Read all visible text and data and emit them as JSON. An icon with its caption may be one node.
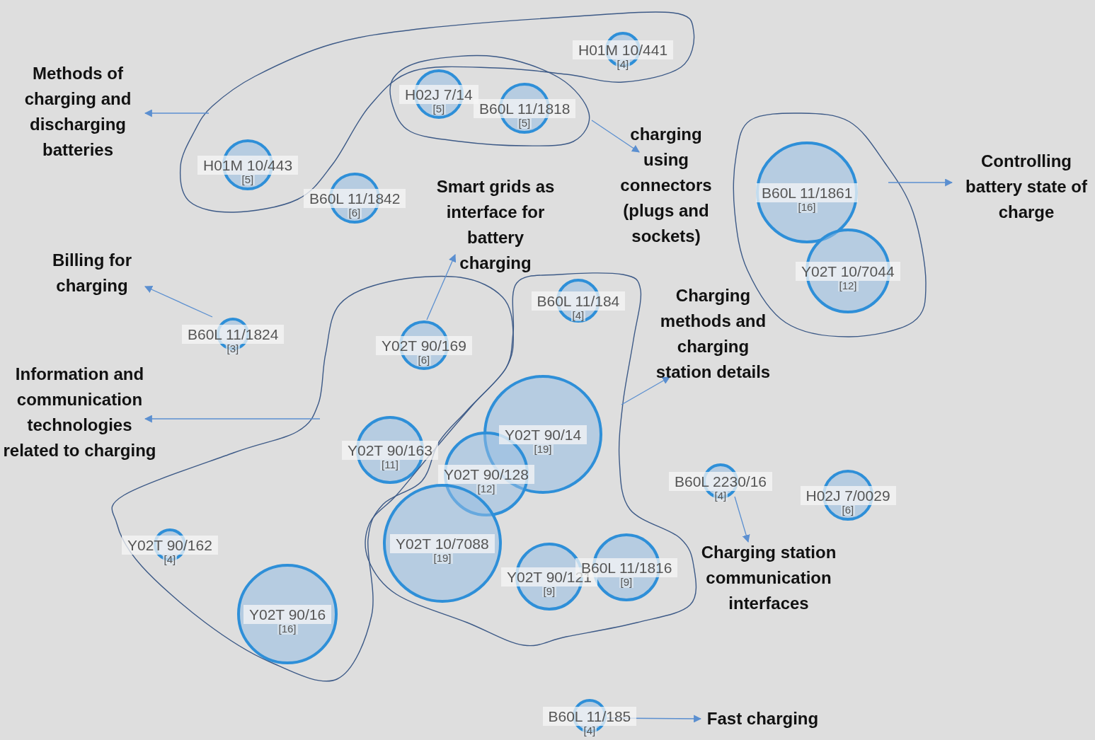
{
  "diagram": {
    "nodes": [
      {
        "text": [],
        "shape": "cloud"
      },
      {
        "text": [
          "H01M 10/441",
          "[4]"
        ],
        "in": 0
      },
      {
        "text": [],
        "shape": "cloud",
        "in": 0
      },
      {
        "text": [
          "H02J 7/14",
          "[5]"
        ],
        "in": 2
      },
      {
        "text": [
          "B60L 11/1818",
          "[5]"
        ],
        "in": 2
      },
      {
        "text": [
          "H01M 10/443",
          "[5]"
        ],
        "in": 0
      },
      {
        "text": [
          "Methods of charging and discharging batteries"
        ]
      },
      {
        "text": [
          "charging using connectors (plugs and sockets)"
        ]
      },
      {
        "text": [],
        "shape": "cloud"
      },
      {
        "text": [
          "B60L 11/1861",
          "[16]"
        ],
        "in": 8
      },
      {
        "text": [
          "Y02T 10/7044",
          "[12]"
        ],
        "in": 8
      },
      {
        "text": [
          "Controlling battery state of charge"
        ]
      },
      {
        "text": [
          "B60L 11/1842",
          "[6]"
        ]
      },
      {
        "text": [
          "Smart grids as interface for battery charging"
        ]
      },
      {
        "text": [
          "Billing for charging"
        ]
      },
      {
        "text": [
          "B60L 11/1824",
          "[3]"
        ]
      },
      {
        "text": [],
        "shape": "cloud"
      },
      {
        "text": [
          "Y02T 90/169",
          "[6]"
        ],
        "in": 16
      },
      {
        "text": [
          "Y02T 90/163",
          "[11]"
        ],
        "in": 16
      },
      {
        "text": [
          "Y02T 90/162",
          "[4]"
        ],
        "in": 16
      },
      {
        "text": [
          "Y02T 90/16",
          "[16]"
        ],
        "in": 16
      },
      {
        "text": [],
        "shape": "cloud"
      },
      {
        "text": [
          "B60L 11/184",
          "[4]"
        ],
        "in": 21
      },
      {
        "text": [
          "Y02T 90/14",
          "[19]"
        ],
        "in": 21
      },
      {
        "text": [
          "Y02T 90/128",
          "[12]"
        ],
        "in": 21
      },
      {
        "text": [
          "Y02T 10/7088",
          "[19]"
        ],
        "in": 21
      },
      {
        "text": [
          "Y02T 90/121",
          "[9]"
        ],
        "in": 21
      },
      {
        "text": [
          "B60L 11/1816",
          "[9]"
        ],
        "in": 21
      },
      {
        "text": [
          "Charging methods and charging station details"
        ]
      },
      {
        "text": [
          "Information and communication technologies related to charging"
        ]
      },
      {
        "text": [
          "B60L 2230/16",
          "[4]"
        ]
      },
      {
        "text": [
          "H02J 7/0029",
          "[6]"
        ]
      },
      {
        "text": [
          "Charging station communication interfaces"
        ]
      },
      {
        "text": [
          "B60L 11/185",
          "[4]"
        ]
      },
      {
        "text": [
          "Fast charging"
        ]
      }
    ],
    "edges": [
      {
        "from": 0,
        "to": 6,
        "arrow": "to"
      },
      {
        "from": 2,
        "to": 7,
        "arrow": "to"
      },
      {
        "from": 8,
        "to": 11,
        "arrow": "to"
      },
      {
        "from": 17,
        "to": 13,
        "arrow": "to"
      },
      {
        "from": 15,
        "to": 14,
        "arrow": "to"
      },
      {
        "from": 16,
        "to": 29,
        "arrow": "to"
      },
      {
        "from": 21,
        "to": 28,
        "arrow": "to"
      },
      {
        "from": 30,
        "to": 32,
        "arrow": "to"
      },
      {
        "from": 33,
        "to": 34,
        "arrow": "to"
      }
    ]
  }
}
